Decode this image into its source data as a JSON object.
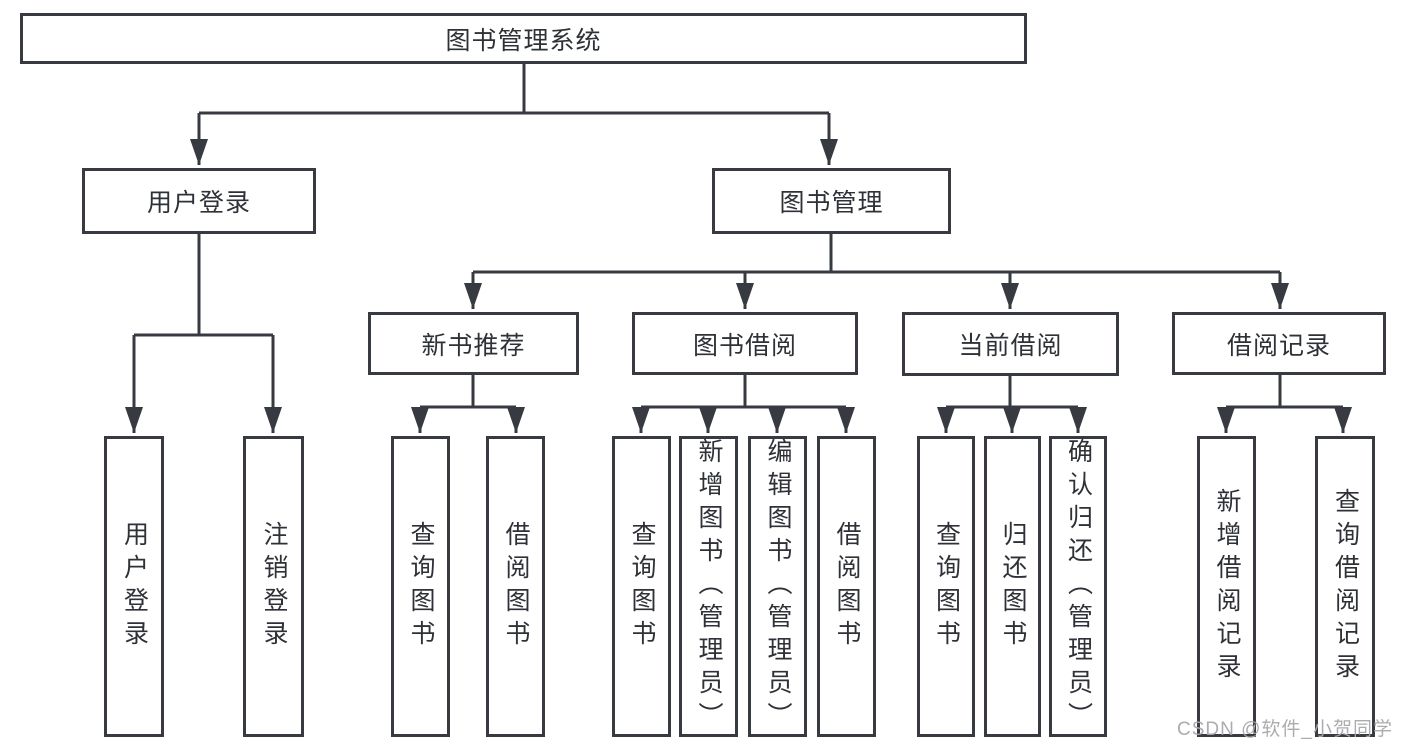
{
  "diagram": {
    "title": "图书管理系统",
    "branches": [
      {
        "label": "用户登录",
        "children": [
          {
            "label": "用户登录"
          },
          {
            "label": "注销登录"
          }
        ]
      },
      {
        "label": "图书管理",
        "children": [
          {
            "label": "新书推荐",
            "children": [
              {
                "label": "查询图书"
              },
              {
                "label": "借阅图书"
              }
            ]
          },
          {
            "label": "图书借阅",
            "children": [
              {
                "label": "查询图书"
              },
              {
                "label": "新增图书（管理员）"
              },
              {
                "label": "编辑图书（管理员）"
              },
              {
                "label": "借阅图书"
              }
            ]
          },
          {
            "label": "当前借阅",
            "children": [
              {
                "label": "查询图书"
              },
              {
                "label": "归还图书"
              },
              {
                "label": "确认归还（管理员）"
              }
            ]
          },
          {
            "label": "借阅记录",
            "children": [
              {
                "label": "新增借阅记录"
              },
              {
                "label": "查询借阅记录"
              }
            ]
          }
        ]
      }
    ],
    "watermark": "CSDN @软件_小贺同学",
    "colors": {
      "line": "#373b41",
      "text": "#2e3237",
      "box_background": "#ffffff",
      "watermark": "#a8a8aa",
      "background": "#ffffff"
    }
  }
}
